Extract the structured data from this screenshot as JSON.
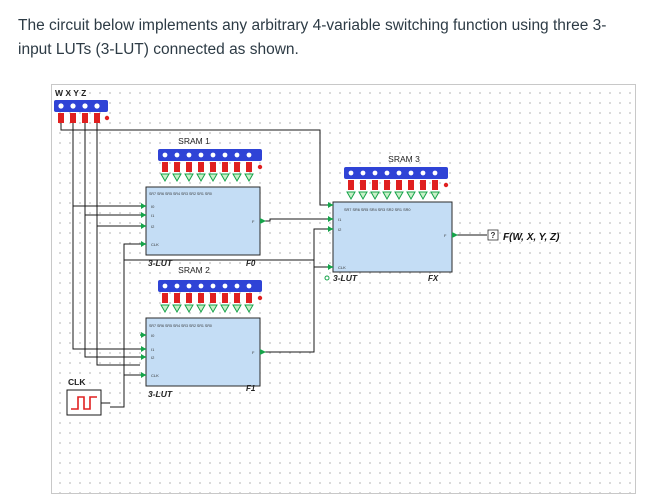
{
  "question": "The circuit below implements any arbitrary 4-variable switching function using three 3-input LUTs (3-LUT) connected as shown.",
  "inputs": {
    "label": "W X Y Z"
  },
  "clock": {
    "label": "CLK"
  },
  "lut1": {
    "sram": "SRAM 1",
    "type": "3-LUT",
    "output": "F0"
  },
  "lut2": {
    "sram": "SRAM 2",
    "type": "3-LUT",
    "output": "F1"
  },
  "lut3": {
    "sram": "SRAM 3",
    "type": "3-LUT",
    "output": "FX"
  },
  "pins": {
    "i0": "I0",
    "i1": "I1",
    "i2": "I2",
    "clk": "CLK",
    "out": "F"
  },
  "sram_bits_12": "SR7 SR6 SR5 SR4 SR3 SR2 SR1 SR0",
  "sram_bits_3": "SR7 SR6 SR5 SR4 SR3 SR2 SR1 SR0",
  "output_probe": {
    "marker": "?",
    "label": "F(W, X, Y, Z)"
  },
  "colors": {
    "block_fill": "#c4ddf5",
    "block_border": "#2a2a2a",
    "switch_blue": "#2f43d6",
    "bit_red": "#e02020",
    "wire": "#1a1a1a",
    "pin_green": "#16a34a"
  }
}
